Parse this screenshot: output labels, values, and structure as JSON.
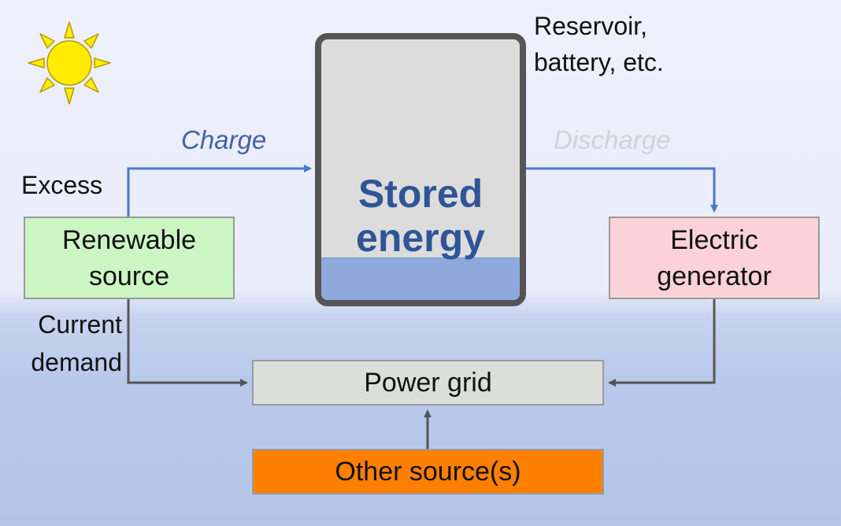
{
  "storage": {
    "label": "Stored\nenergy",
    "fill_level": 0.16
  },
  "labels": {
    "reservoir": "Reservoir,\nbattery, etc.",
    "excess": "Excess",
    "current_demand": "Current\ndemand",
    "charge": "Charge",
    "discharge": "Discharge"
  },
  "boxes": {
    "renewable": "Renewable\nsource",
    "generator": "Electric\ngenerator",
    "power_grid": "Power grid",
    "other_sources": "Other source(s)"
  },
  "icons": {
    "sun": "sun-icon"
  },
  "colors": {
    "charge_arrow": "#4a78d0",
    "grid_arrow": "#555555",
    "renewable_box": "#ccf5c4",
    "generator_box": "#fbd2d7",
    "grid_box": "#dcdedc",
    "other_box": "#ff7f00",
    "stored_energy_text": "#2f5597",
    "storage_fill": "#8fa9dc",
    "sun": "#ffec00"
  }
}
